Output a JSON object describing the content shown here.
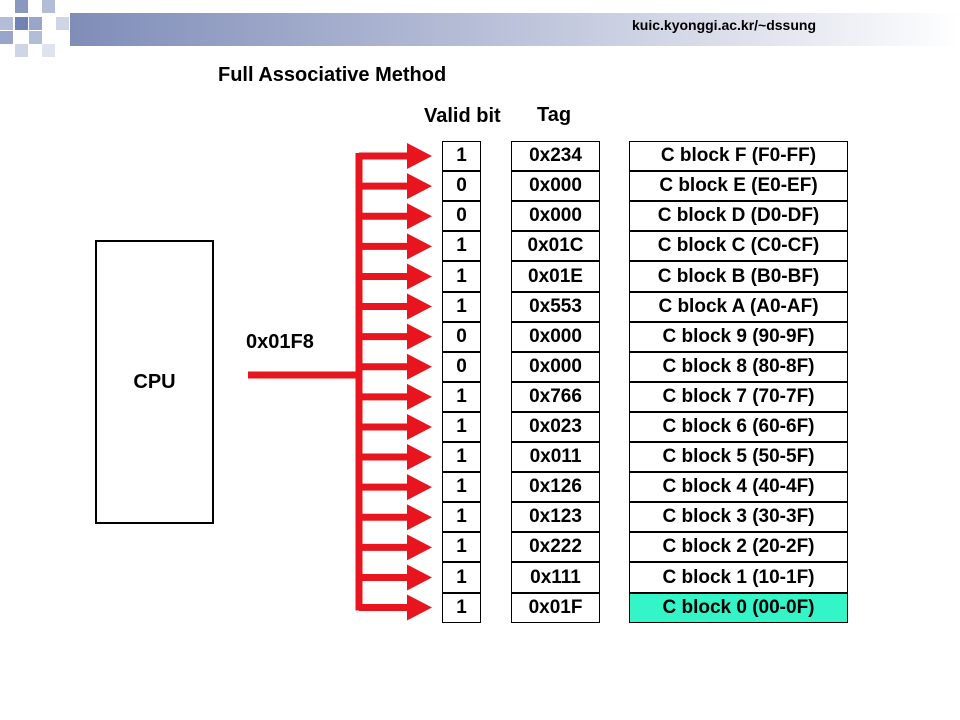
{
  "header": {
    "url": "kuic.kyonggi.ac.kr/~dssung"
  },
  "title": "Full Associative Method",
  "columns": {
    "valid_bit": "Valid bit",
    "tag": "Tag"
  },
  "cpu": {
    "label": "CPU",
    "address": "0x01F8"
  },
  "colors": {
    "highlight": "#33f5c8",
    "arrow": "#e8141e",
    "deco": "#8a97bf"
  },
  "rows": [
    {
      "valid": "1",
      "tag": "0x234",
      "block": "C block F (F0-FF)",
      "highlighted": false
    },
    {
      "valid": "0",
      "tag": "0x000",
      "block": "C block E (E0-EF)",
      "highlighted": false
    },
    {
      "valid": "0",
      "tag": "0x000",
      "block": "C block D (D0-DF)",
      "highlighted": false
    },
    {
      "valid": "1",
      "tag": "0x01C",
      "block": "C block C (C0-CF)",
      "highlighted": false
    },
    {
      "valid": "1",
      "tag": "0x01E",
      "block": "C block B (B0-BF)",
      "highlighted": false
    },
    {
      "valid": "1",
      "tag": "0x553",
      "block": "C block A (A0-AF)",
      "highlighted": false
    },
    {
      "valid": "0",
      "tag": "0x000",
      "block": "C block 9 (90-9F)",
      "highlighted": false
    },
    {
      "valid": "0",
      "tag": "0x000",
      "block": "C block 8 (80-8F)",
      "highlighted": false
    },
    {
      "valid": "1",
      "tag": "0x766",
      "block": "C block 7 (70-7F)",
      "highlighted": false
    },
    {
      "valid": "1",
      "tag": "0x023",
      "block": "C block 6 (60-6F)",
      "highlighted": false
    },
    {
      "valid": "1",
      "tag": "0x011",
      "block": "C block 5 (50-5F)",
      "highlighted": false
    },
    {
      "valid": "1",
      "tag": "0x126",
      "block": "C block 4 (40-4F)",
      "highlighted": false
    },
    {
      "valid": "1",
      "tag": "0x123",
      "block": "C block 3 (30-3F)",
      "highlighted": false
    },
    {
      "valid": "1",
      "tag": "0x222",
      "block": "C block 2 (20-2F)",
      "highlighted": false
    },
    {
      "valid": "1",
      "tag": "0x111",
      "block": "C block 1 (10-1F)",
      "highlighted": false
    },
    {
      "valid": "1",
      "tag": "0x01F",
      "block": "C block 0 (00-0F)",
      "highlighted": true
    }
  ]
}
